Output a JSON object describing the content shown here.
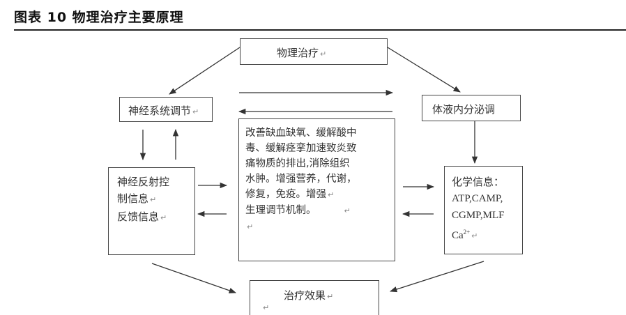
{
  "header": {
    "title": "图表 10 物理治疗主要原理"
  },
  "diagram": {
    "return_mark": "↵",
    "physical_therapy": "物理治疗",
    "nervous_regulation": "神经系统调节",
    "humoral_regulation": "体液内分泌调",
    "reflex_lines": [
      "神经反射控",
      "制信息",
      "反馈信息"
    ],
    "center_lines": [
      "改善缺血缺氧、缓解酸中",
      "毒、缓解痉挛加速致炎致",
      "痛物质的排出,消除组织",
      "水肿。增强营养，代谢，",
      "修复，免疫。增强",
      "生理调节机制。"
    ],
    "chem_title": "化学信息：",
    "chem_lines": [
      "ATP,CAMP,",
      "CGMP,MLF"
    ],
    "chem_ca": "Ca",
    "chem_ca_sup": "2+",
    "effect": "治疗效果"
  }
}
